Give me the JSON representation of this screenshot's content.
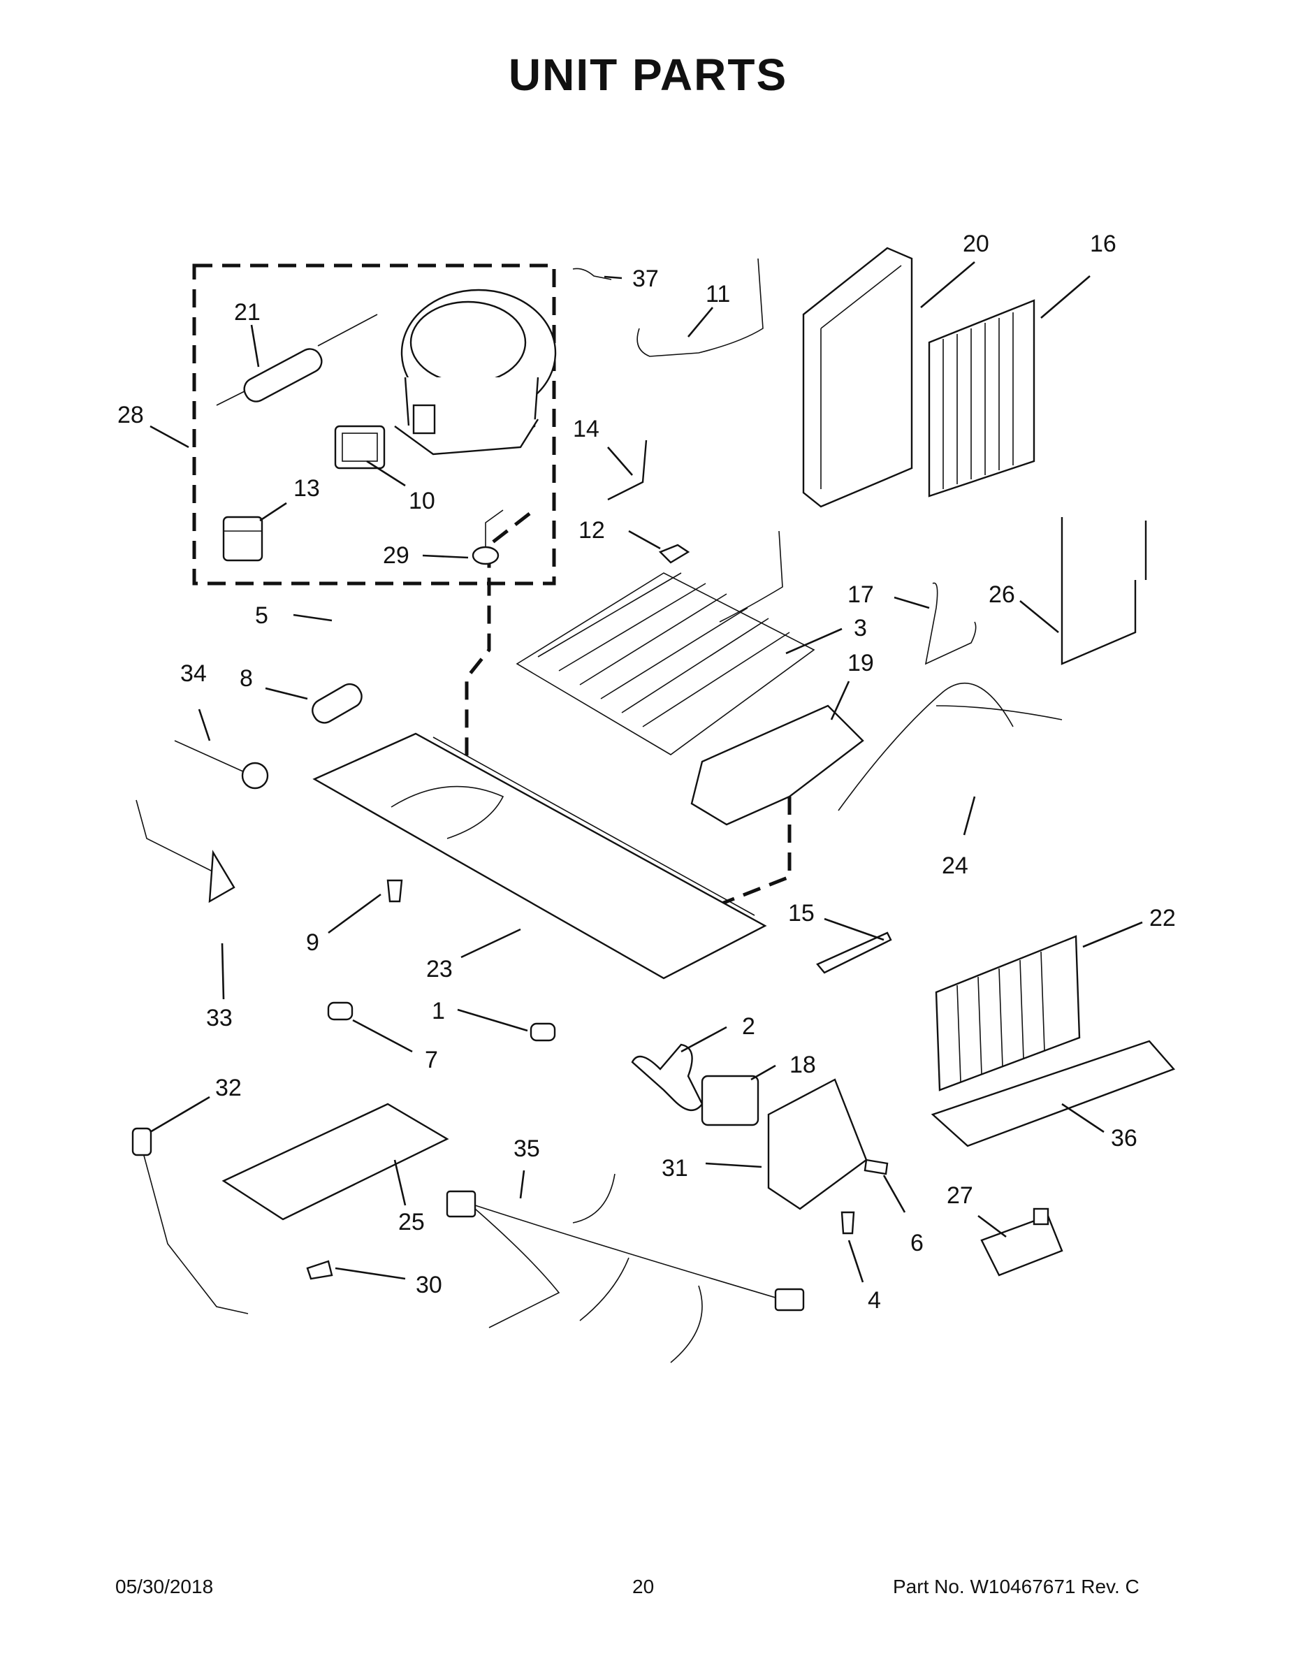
{
  "title": "UNIT  PARTS",
  "footer": {
    "date": "05/30/2018",
    "page": "20",
    "part_number": "Part No.  W10467671  Rev.  C"
  },
  "callouts": {
    "c1": "1",
    "c2": "2",
    "c3": "3",
    "c4": "4",
    "c5": "5",
    "c6": "6",
    "c7": "7",
    "c8": "8",
    "c9": "9",
    "c10": "10",
    "c11": "11",
    "c12": "12",
    "c13": "13",
    "c14": "14",
    "c15": "15",
    "c16": "16",
    "c17": "17",
    "c18": "18",
    "c19": "19",
    "c20": "20",
    "c21": "21",
    "c22": "22",
    "c23": "23",
    "c24": "24",
    "c25": "25",
    "c26": "26",
    "c27": "27",
    "c28": "28",
    "c29": "29",
    "c30": "30",
    "c31": "31",
    "c32": "32",
    "c33": "33",
    "c34": "34",
    "c35": "35",
    "c36": "36",
    "c37": "37"
  }
}
